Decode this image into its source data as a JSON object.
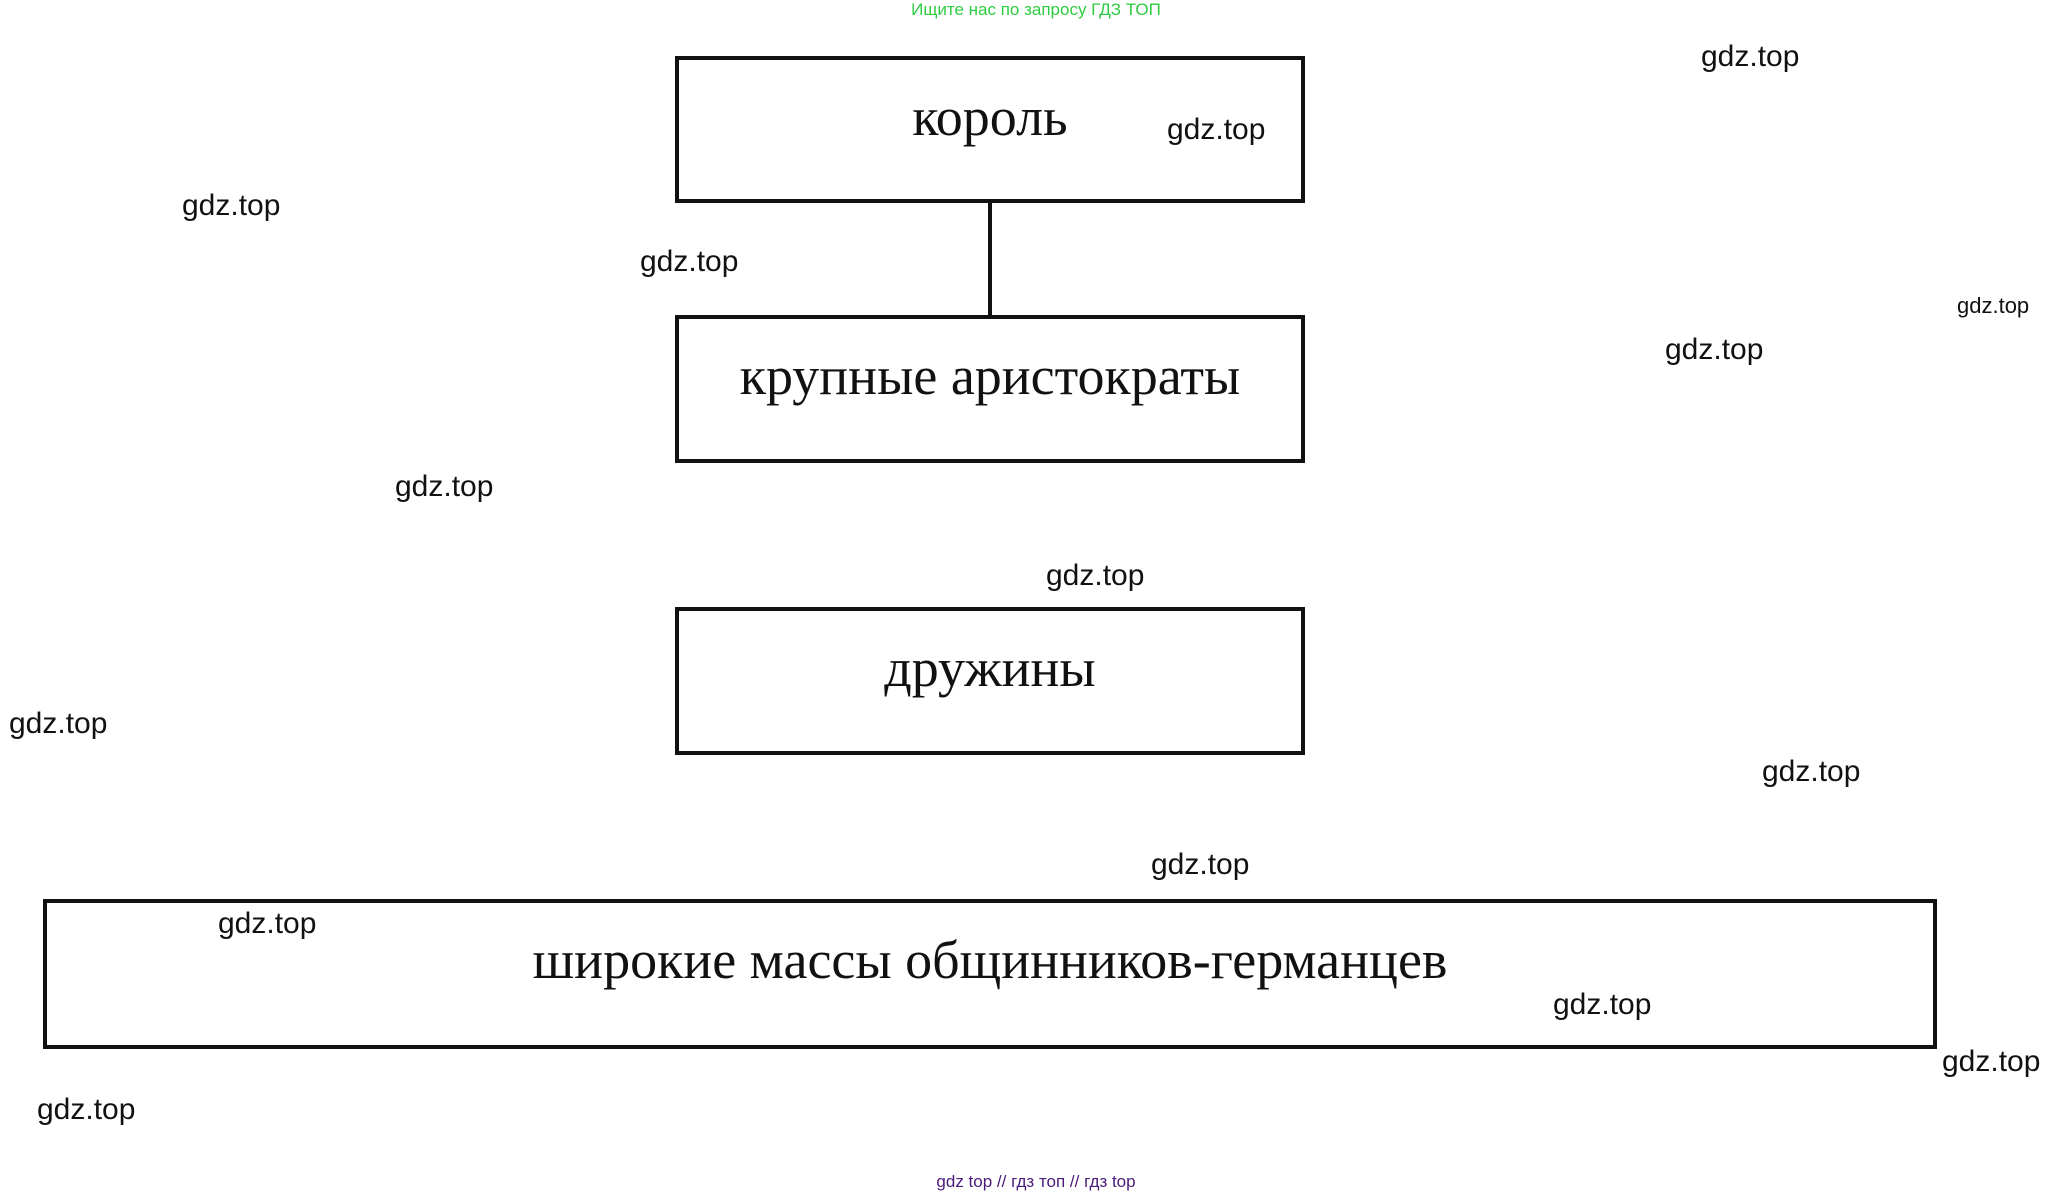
{
  "header_text": "Ищите нас по запросу ГДЗ ТОП",
  "footer_text": "gdz top  //  гдз топ  //  гдз top",
  "nodes": [
    "король",
    "крупные аристократы",
    "дружины",
    "широкие массы общинников-германцев"
  ],
  "watermark": "gdz.top",
  "colors": {
    "header": "#2ecc40",
    "footer": "#4b1a7a",
    "border": "#111111"
  }
}
